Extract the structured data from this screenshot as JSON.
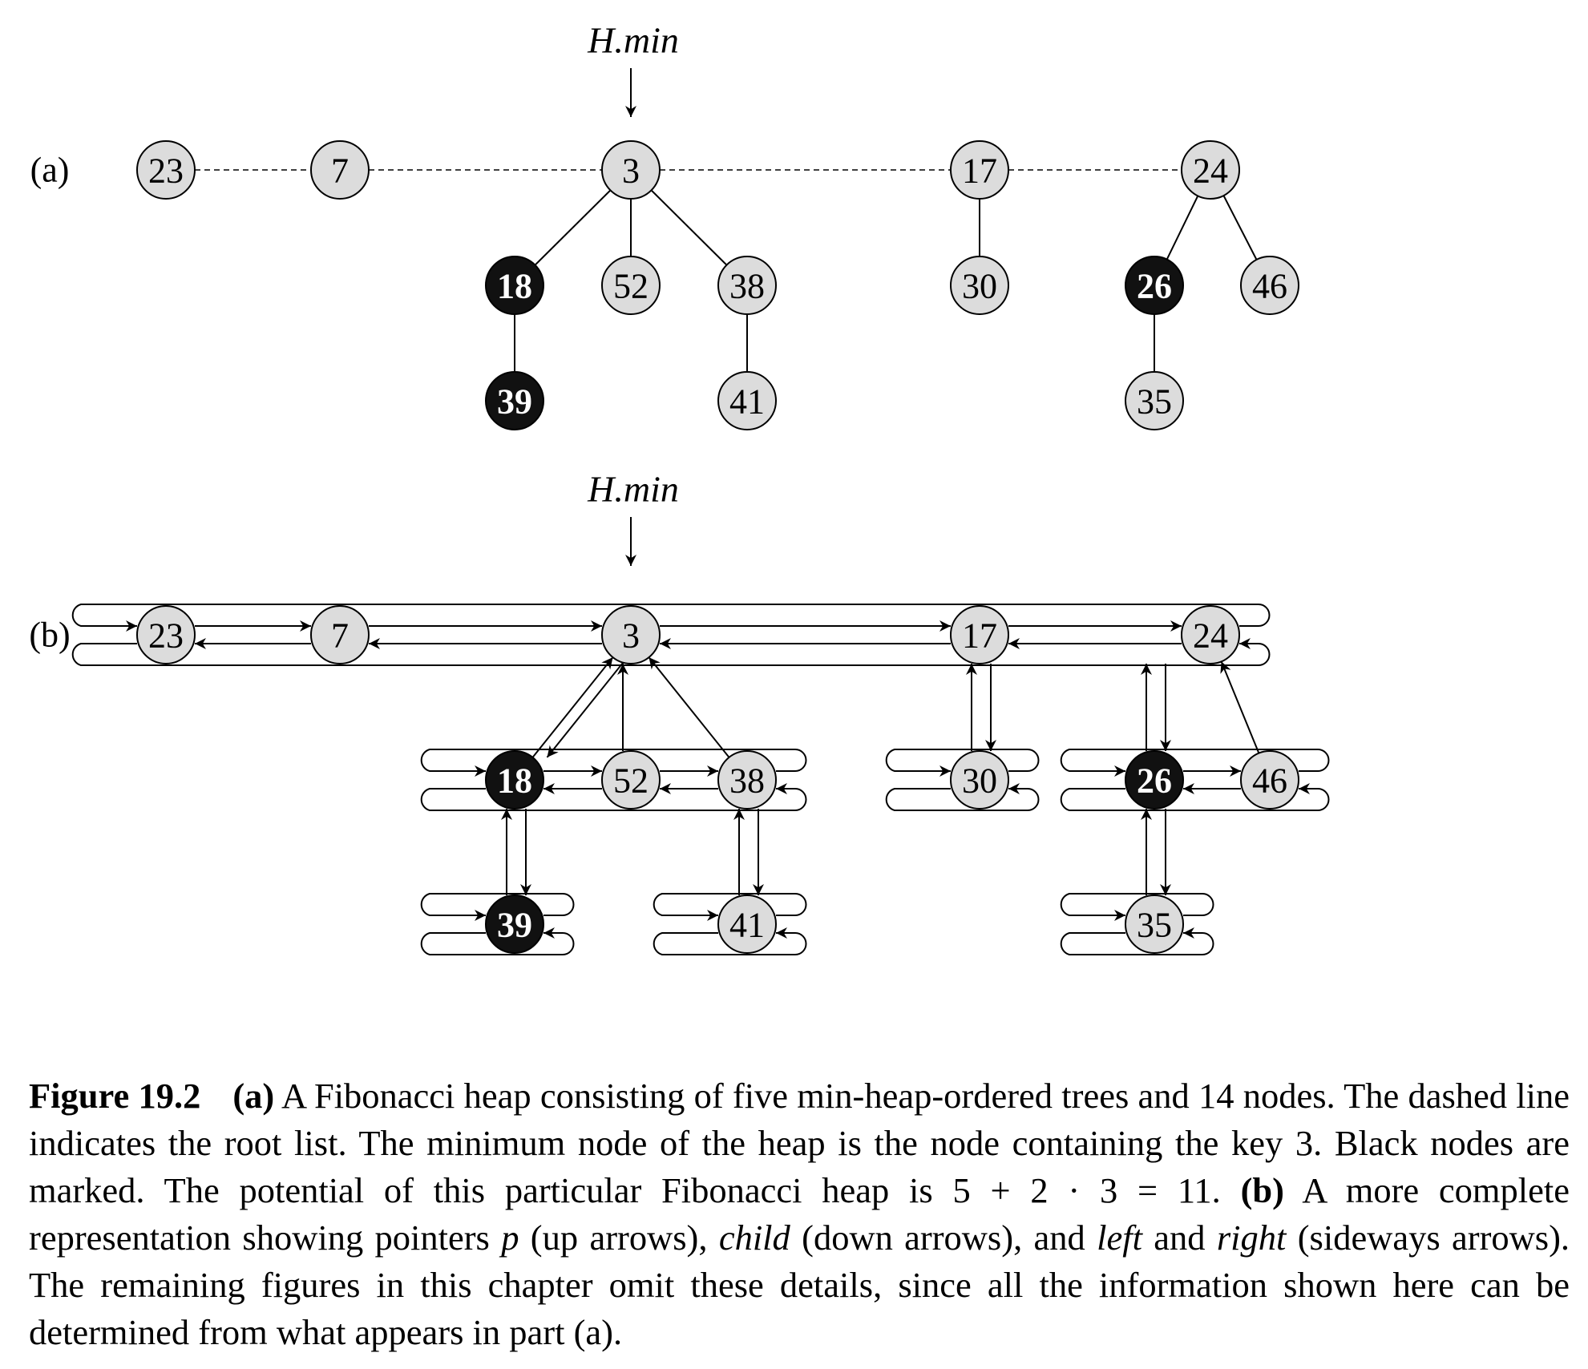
{
  "figure": {
    "parts": [
      {
        "id": "a",
        "label": "(a)"
      },
      {
        "id": "b",
        "label": "(b)"
      }
    ],
    "min_pointer_label": "H.min",
    "nodes": [
      {
        "key": "23",
        "marked": false
      },
      {
        "key": "7",
        "marked": false
      },
      {
        "key": "3",
        "marked": false
      },
      {
        "key": "17",
        "marked": false
      },
      {
        "key": "24",
        "marked": false
      },
      {
        "key": "18",
        "marked": true
      },
      {
        "key": "52",
        "marked": false
      },
      {
        "key": "38",
        "marked": false
      },
      {
        "key": "30",
        "marked": false
      },
      {
        "key": "26",
        "marked": true
      },
      {
        "key": "46",
        "marked": false
      },
      {
        "key": "39",
        "marked": true
      },
      {
        "key": "41",
        "marked": false
      },
      {
        "key": "35",
        "marked": false
      }
    ],
    "roots": [
      "23",
      "7",
      "3",
      "17",
      "24"
    ],
    "min_key": "3",
    "edges": [
      [
        "3",
        "18"
      ],
      [
        "3",
        "52"
      ],
      [
        "3",
        "38"
      ],
      [
        "18",
        "39"
      ],
      [
        "38",
        "41"
      ],
      [
        "17",
        "30"
      ],
      [
        "24",
        "26"
      ],
      [
        "24",
        "46"
      ],
      [
        "26",
        "35"
      ]
    ],
    "colors": {
      "marked_fill": "#111111",
      "node_fill": "#dcdcdc",
      "line": "#000000"
    }
  },
  "caption": {
    "label": "Figure 19.2",
    "part_a": "(a)",
    "text_a": "A Fibonacci heap consisting of five min-heap-ordered trees and 14 nodes. The dashed line indicates the root list. The minimum node of the heap is the node containing the key 3. Black nodes are marked. The potential of this particular Fibonacci heap is 5 + 2 · 3 = 11.",
    "part_b": "(b)",
    "text_b_1": "A more complete representation showing pointers",
    "ptr_p": "p",
    "text_b_2": "(up arrows),",
    "ptr_child": "child",
    "text_b_3": "(down arrows), and",
    "ptr_left": "left",
    "text_b_4": "and",
    "ptr_right": "right",
    "text_b_5": "(sideways arrows). The remaining figures in this chapter omit these details, since all the information shown here can be determined from what appears in part (a)."
  }
}
